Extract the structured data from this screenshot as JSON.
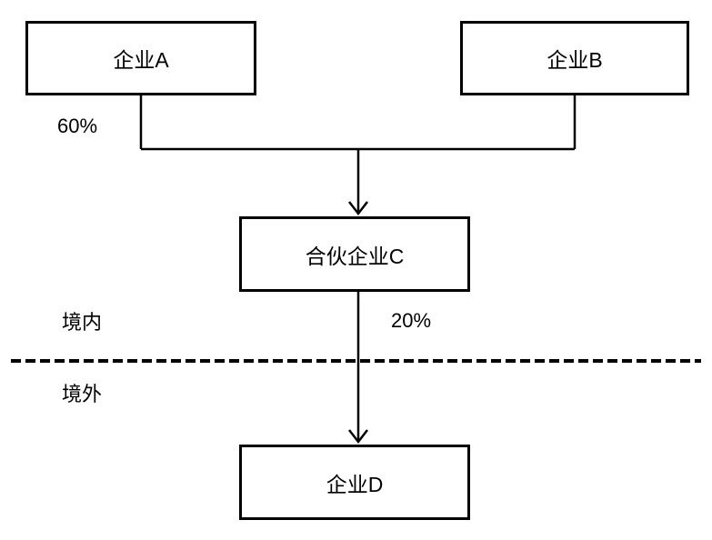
{
  "nodes": {
    "company_a": {
      "label": "企业A"
    },
    "company_b": {
      "label": "企业B"
    },
    "partnership_c": {
      "label": "合伙企业C"
    },
    "company_d": {
      "label": "企业D"
    }
  },
  "edges": {
    "a_ownership_percent": "60%",
    "c_to_d_ownership_percent": "20%"
  },
  "regions": {
    "domestic_label": "境内",
    "overseas_label": "境外"
  },
  "colors": {
    "line": "#000000",
    "box_border": "#000000",
    "background": "#ffffff"
  }
}
